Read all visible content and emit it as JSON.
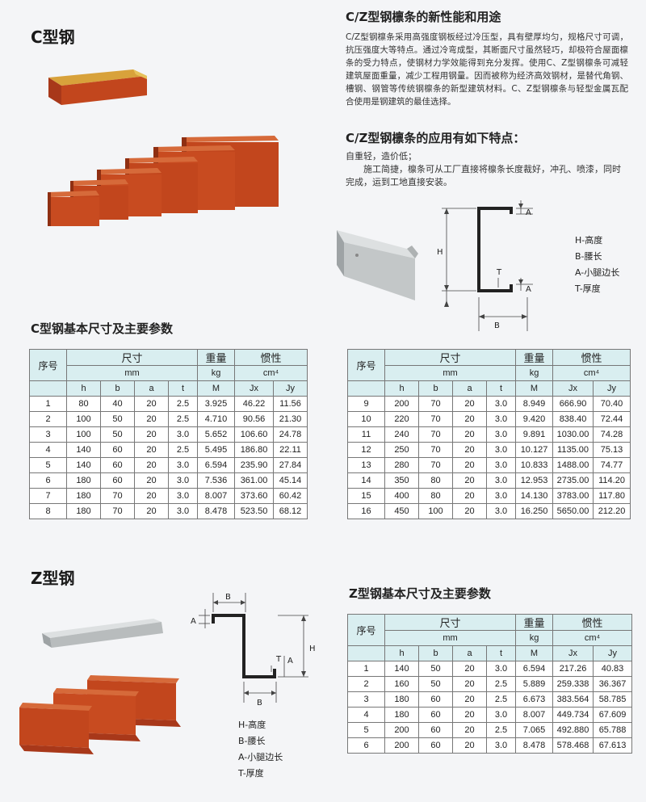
{
  "c_section": {
    "title": "C型钢",
    "table_title": "C型钢基本尺寸及主要参数"
  },
  "cz_section": {
    "title": "C/Z型钢檩条的新性能和用途",
    "paragraph": "C/Z型钢檩条采用高强度钢板经过冷压型，具有壁厚均匀，规格尺寸可调，抗压强度大等特点。通过冷弯成型，其断面尺寸虽然轻巧，却极符合屋面檩条的受力特点，使钢材力学效能得到充分发挥。使用C、Z型钢檩条可减轻建筑屋面重量，减少工程用钢量。因而被称为经济高效钢材，是替代角钢、槽钢、钢管等传统钢檩条的新型建筑材料。C、Z型钢檩条与轻型金属瓦配合使用是钢建筑的最佳选择。",
    "features_title": "C/Z型钢檩条的应用有如下特点：",
    "feature1": "自重轻，造价低；",
    "feature2": "施工简捷，檩条可从工厂直接将檩条长度裁好，冲孔、喷漆，同时完成，运到工地直接安装。"
  },
  "diagram_labels": {
    "H": "H",
    "B": "B",
    "A": "A",
    "T": "T"
  },
  "legend": [
    "H-高度",
    "B-腰长",
    "A-小腿边长",
    "T-厚度"
  ],
  "z_section": {
    "title": "Z型钢",
    "table_title": "Z型钢基本尺寸及主要参数"
  },
  "table_headers": {
    "index": "序号",
    "size": "尺寸",
    "weight": "重量",
    "inertia": "惯性",
    "size_unit": "mm",
    "weight_unit": "kg",
    "inertia_unit": "cm⁴",
    "columns": [
      "h",
      "b",
      "a",
      "t",
      "M",
      "Jx",
      "Jy"
    ]
  },
  "c_table_left": [
    [
      "1",
      "80",
      "40",
      "20",
      "2.5",
      "3.925",
      "46.22",
      "11.56"
    ],
    [
      "2",
      "100",
      "50",
      "20",
      "2.5",
      "4.710",
      "90.56",
      "21.30"
    ],
    [
      "3",
      "100",
      "50",
      "20",
      "3.0",
      "5.652",
      "106.60",
      "24.78"
    ],
    [
      "4",
      "140",
      "60",
      "20",
      "2.5",
      "5.495",
      "186.80",
      "22.11"
    ],
    [
      "5",
      "140",
      "60",
      "20",
      "3.0",
      "6.594",
      "235.90",
      "27.84"
    ],
    [
      "6",
      "180",
      "60",
      "20",
      "3.0",
      "7.536",
      "361.00",
      "45.14"
    ],
    [
      "7",
      "180",
      "70",
      "20",
      "3.0",
      "8.007",
      "373.60",
      "60.42"
    ],
    [
      "8",
      "180",
      "70",
      "20",
      "3.0",
      "8.478",
      "523.50",
      "68.12"
    ]
  ],
  "c_table_right": [
    [
      "9",
      "200",
      "70",
      "20",
      "3.0",
      "8.949",
      "666.90",
      "70.40"
    ],
    [
      "10",
      "220",
      "70",
      "20",
      "3.0",
      "9.420",
      "838.40",
      "72.44"
    ],
    [
      "11",
      "240",
      "70",
      "20",
      "3.0",
      "9.891",
      "1030.00",
      "74.28"
    ],
    [
      "12",
      "250",
      "70",
      "20",
      "3.0",
      "10.127",
      "1135.00",
      "75.13"
    ],
    [
      "13",
      "280",
      "70",
      "20",
      "3.0",
      "10.833",
      "1488.00",
      "74.77"
    ],
    [
      "14",
      "350",
      "80",
      "20",
      "3.0",
      "12.953",
      "2735.00",
      "114.20"
    ],
    [
      "15",
      "400",
      "80",
      "20",
      "3.0",
      "14.130",
      "3783.00",
      "117.80"
    ],
    [
      "16",
      "450",
      "100",
      "20",
      "3.0",
      "16.250",
      "5650.00",
      "212.20"
    ]
  ],
  "z_table": [
    [
      "1",
      "140",
      "50",
      "20",
      "3.0",
      "6.594",
      "217.26",
      "40.83"
    ],
    [
      "2",
      "160",
      "50",
      "20",
      "2.5",
      "5.889",
      "259.338",
      "36.367"
    ],
    [
      "3",
      "180",
      "60",
      "20",
      "2.5",
      "6.673",
      "383.564",
      "58.785"
    ],
    [
      "4",
      "180",
      "60",
      "20",
      "3.0",
      "8.007",
      "449.734",
      "67.609"
    ],
    [
      "5",
      "200",
      "60",
      "20",
      "2.5",
      "7.065",
      "492.880",
      "65.788"
    ],
    [
      "6",
      "200",
      "60",
      "20",
      "3.0",
      "8.478",
      "578.468",
      "67.613"
    ]
  ],
  "colors": {
    "steel_red": "#c2461d",
    "steel_red_dark": "#8f2f12",
    "steel_galv": "#c3c7c8",
    "table_head": "#d9eef0"
  }
}
